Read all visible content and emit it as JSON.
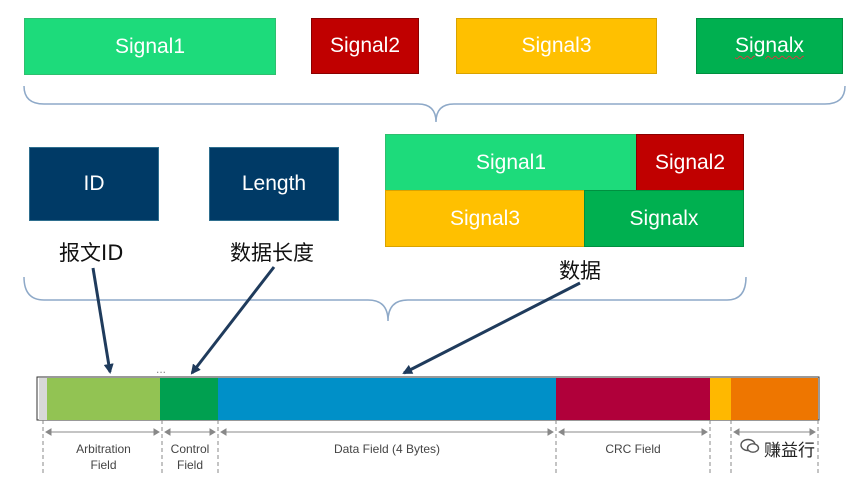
{
  "top_signals": [
    {
      "label": "Signal1",
      "color": "#1ddb7b"
    },
    {
      "label": "Signal2",
      "color": "#c00000"
    },
    {
      "label": "Signal3",
      "color": "#ffc000"
    },
    {
      "label": "Signalx",
      "color": "#00b050"
    }
  ],
  "id_box": "ID",
  "length_box": "Length",
  "payload": {
    "row1": [
      {
        "label": "Signal1",
        "color": "#1ddb7b"
      },
      {
        "label": "Signal2",
        "color": "#c00000"
      }
    ],
    "row2": [
      {
        "label": "Signal3",
        "color": "#ffc000"
      },
      {
        "label": "Signalx",
        "color": "#00b050"
      }
    ]
  },
  "captions": {
    "id": "报文ID",
    "length": "数据长度",
    "data": "数据"
  },
  "frame": {
    "dots": "...",
    "fields": [
      {
        "line1": "Arbitration",
        "line2": "Field",
        "color": "#92c353"
      },
      {
        "line1": "Control",
        "line2": "Field",
        "color": "#00a050"
      },
      {
        "line1": "Data Field (4 Bytes)",
        "line2": "",
        "color": "#0090c8"
      },
      {
        "line1": "CRC Field",
        "line2": "",
        "color": "#b0003a"
      }
    ],
    "ack_color": "#ffb800",
    "eof_color": "#ee7600"
  },
  "watermark": "赚益行"
}
